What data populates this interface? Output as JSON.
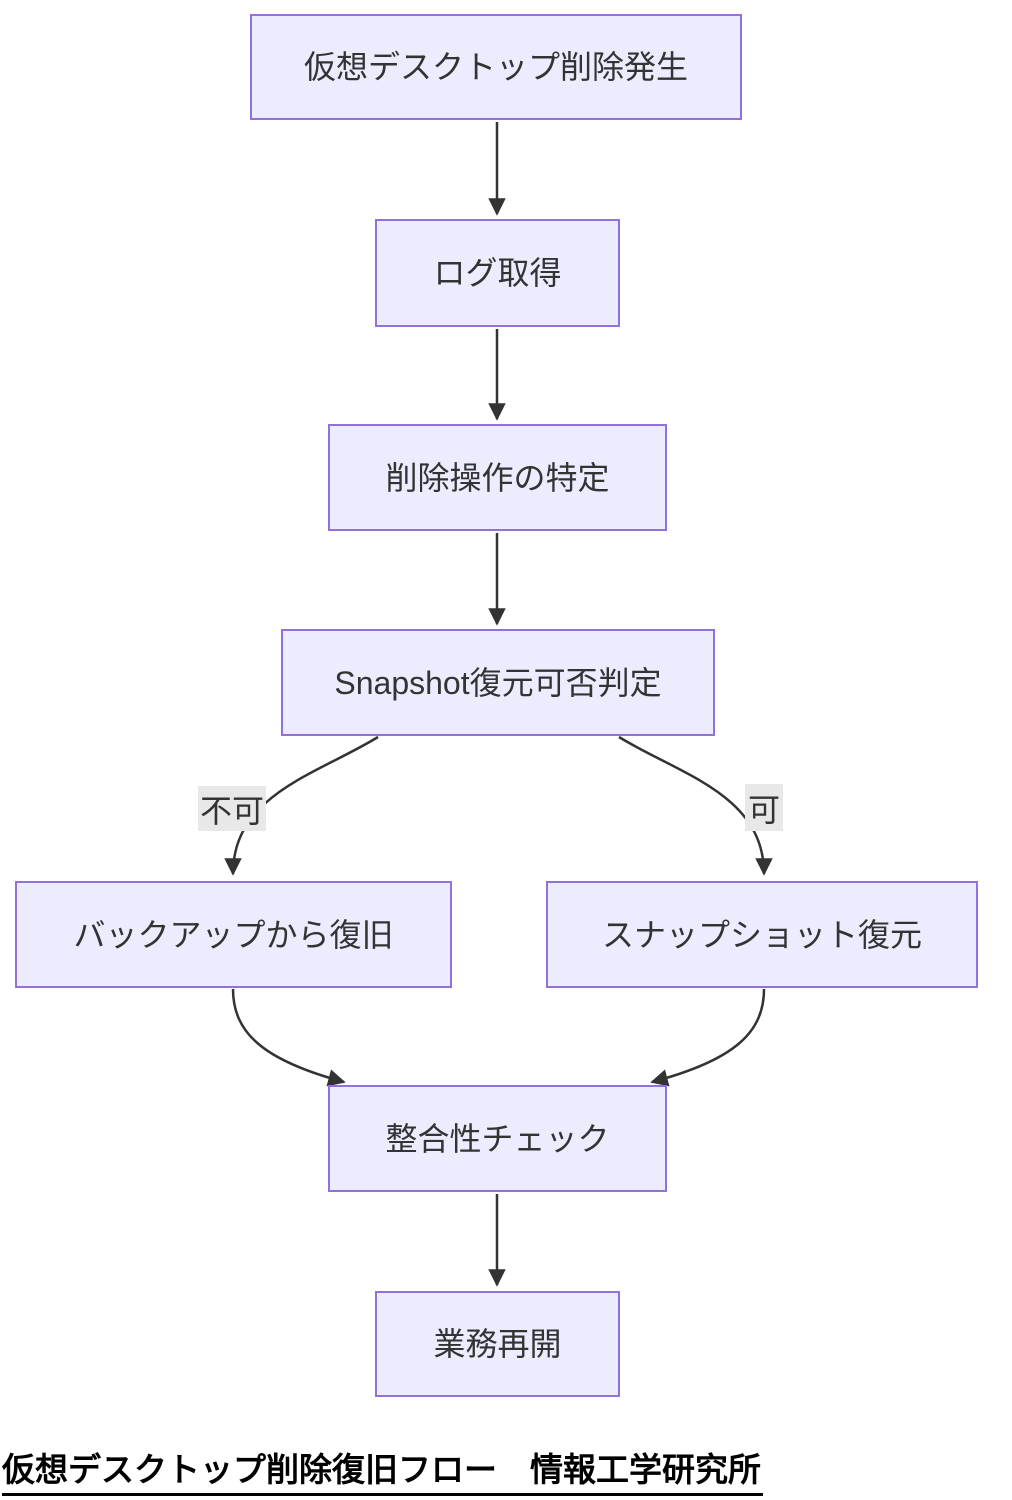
{
  "diagram": {
    "type": "flowchart",
    "direction": "top-down",
    "nodes": [
      {
        "id": "start",
        "label": "仮想デスクトップ削除発生"
      },
      {
        "id": "log",
        "label": "ログ取得"
      },
      {
        "id": "identify",
        "label": "削除操作の特定"
      },
      {
        "id": "decision",
        "label": "Snapshot復元可否判定"
      },
      {
        "id": "backup",
        "label": "バックアップから復旧"
      },
      {
        "id": "snapshot",
        "label": "スナップショット復元"
      },
      {
        "id": "integrity",
        "label": "整合性チェック"
      },
      {
        "id": "resume",
        "label": "業務再開"
      }
    ],
    "edges": [
      {
        "from": "start",
        "to": "log",
        "label": ""
      },
      {
        "from": "log",
        "to": "identify",
        "label": ""
      },
      {
        "from": "identify",
        "to": "decision",
        "label": ""
      },
      {
        "from": "decision",
        "to": "backup",
        "label": "不可"
      },
      {
        "from": "decision",
        "to": "snapshot",
        "label": "可"
      },
      {
        "from": "backup",
        "to": "integrity",
        "label": ""
      },
      {
        "from": "snapshot",
        "to": "integrity",
        "label": ""
      },
      {
        "from": "integrity",
        "to": "resume",
        "label": ""
      }
    ],
    "caption": "仮想デスクトップ削除復旧フロー　情報工学研究所",
    "colors": {
      "node_fill": "#ECECFF",
      "node_border": "#9370DB",
      "edge": "#333333",
      "edge_label_bg": "#e8e8e8",
      "text": "#333333",
      "caption_text": "#000000"
    }
  }
}
